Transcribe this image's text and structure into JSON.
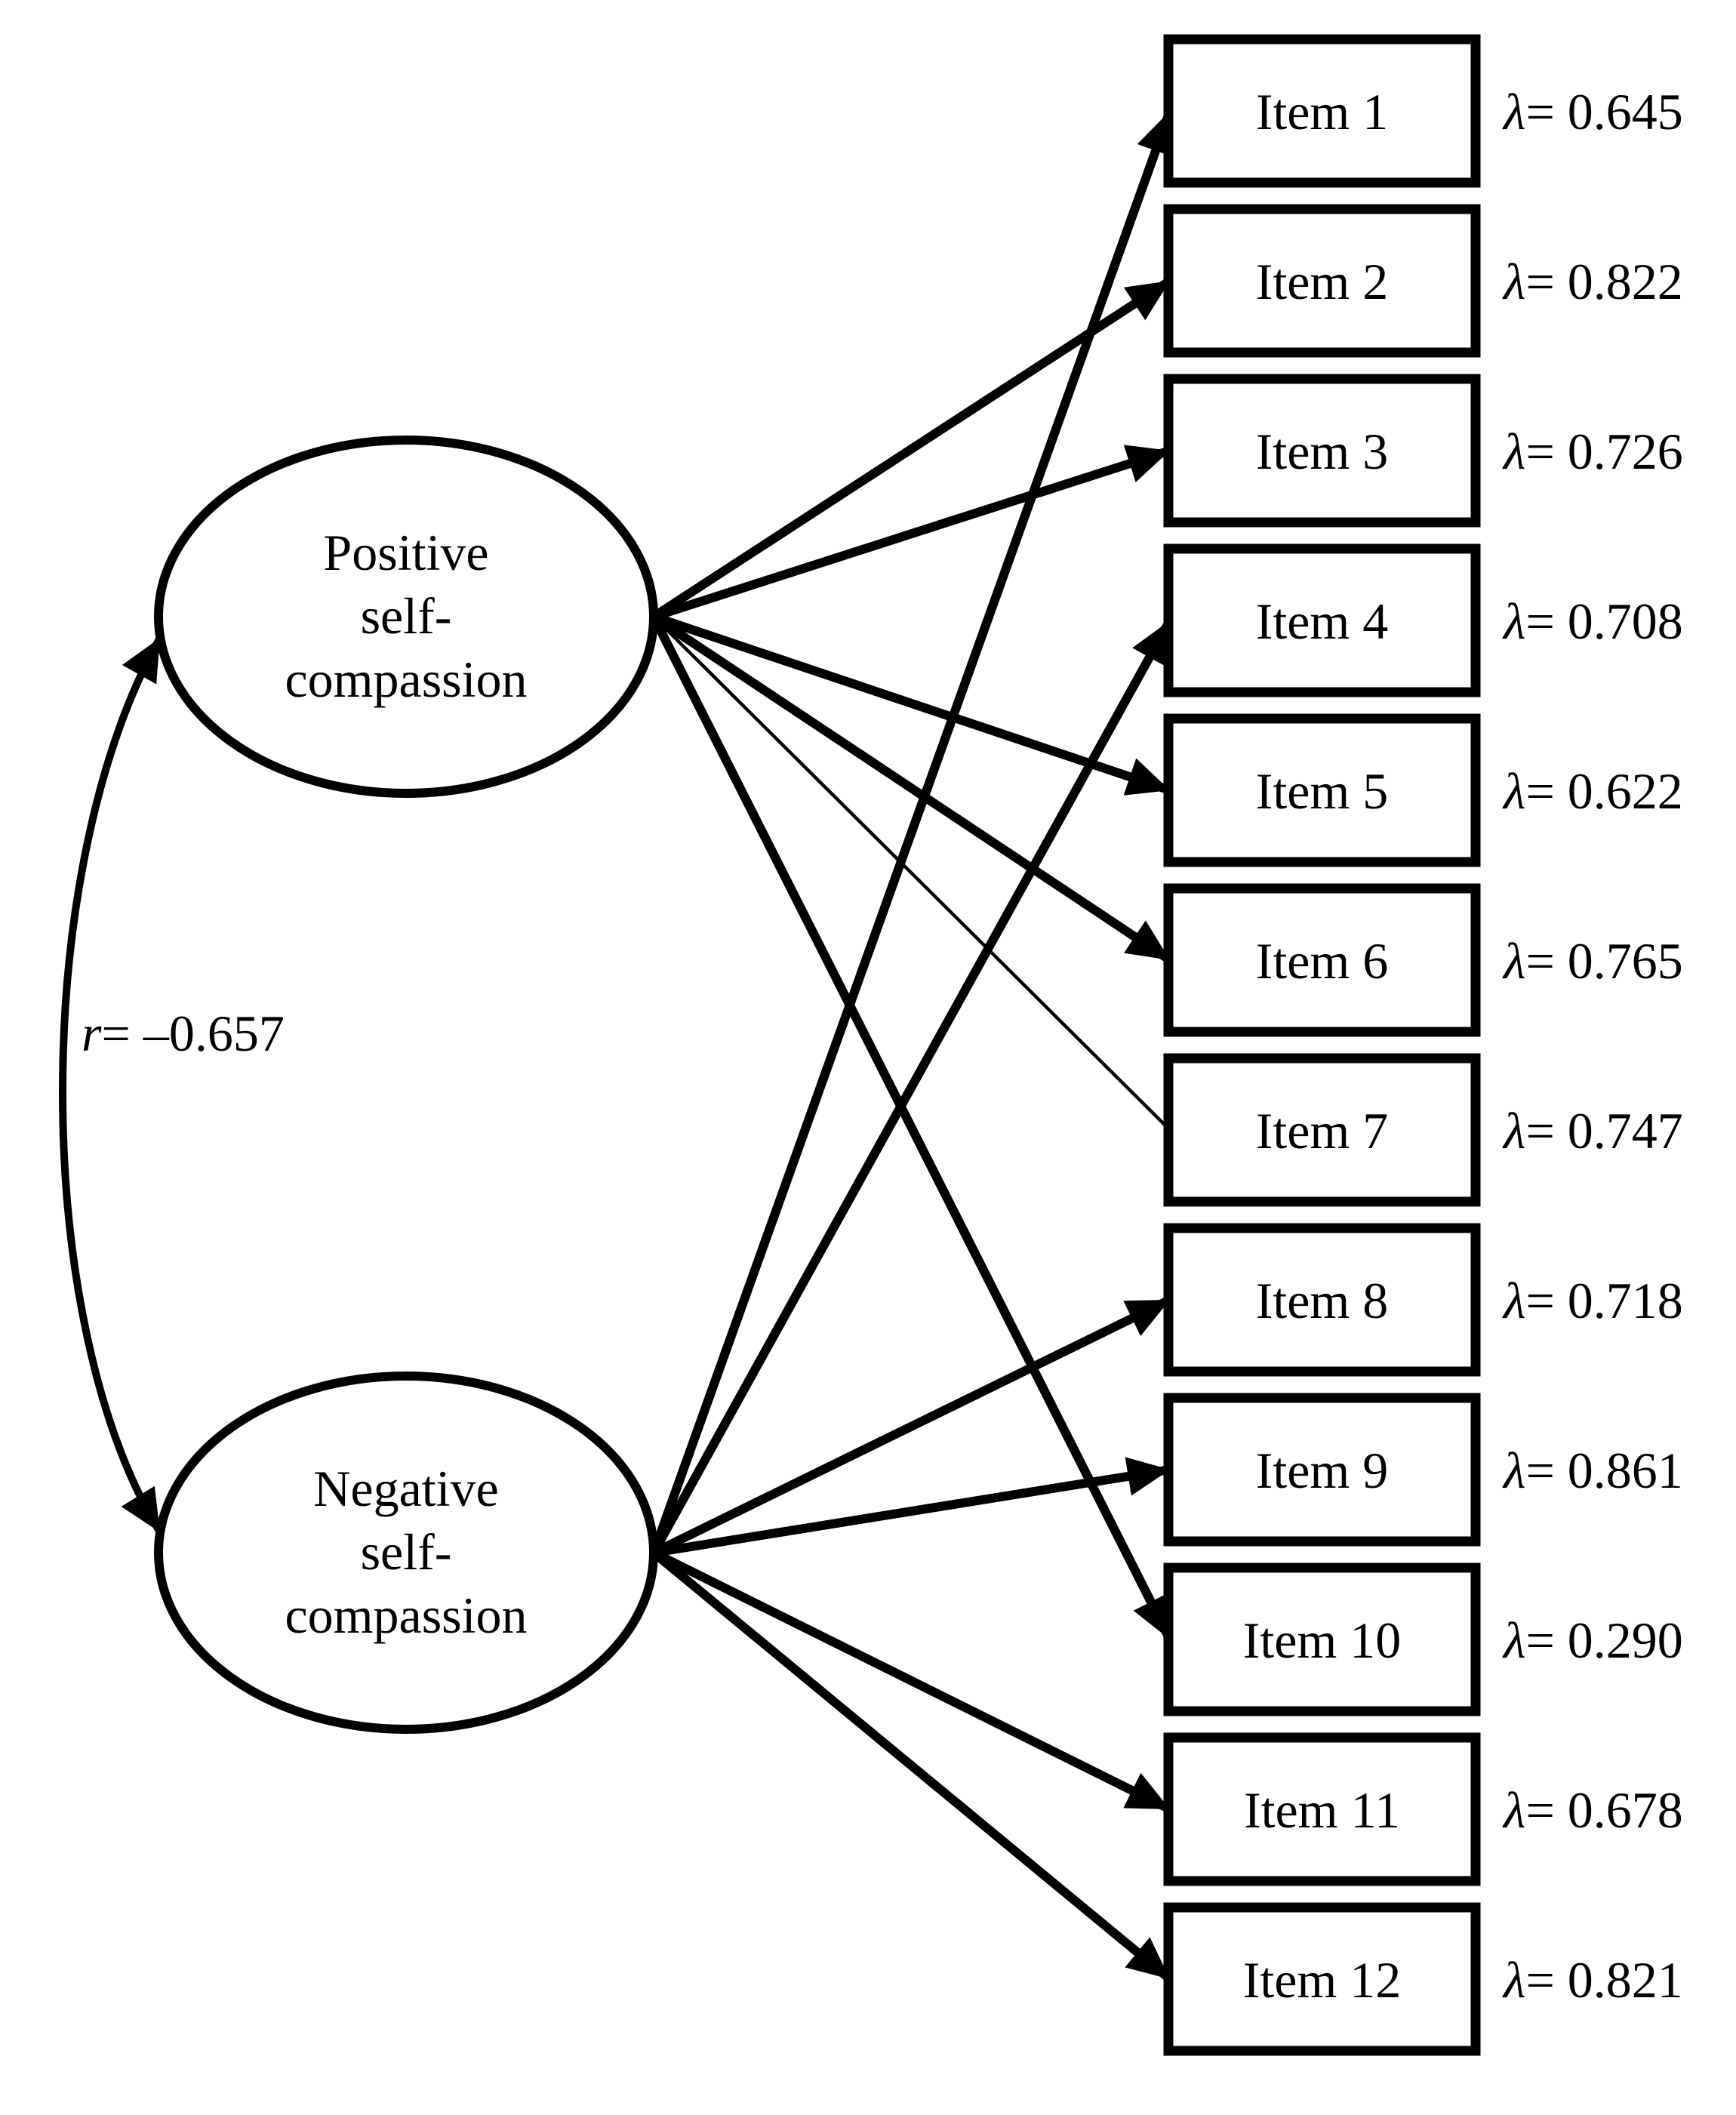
{
  "figure": {
    "type": "cfa-path-diagram",
    "background": "#ffffff",
    "ink": "#000000"
  },
  "lambda_symbol": "λ",
  "factors": [
    {
      "id": "positive",
      "label_lines": [
        "Positive",
        "self-",
        "compassion"
      ],
      "loads_items": [
        2,
        3,
        5,
        6,
        7,
        10
      ]
    },
    {
      "id": "negative",
      "label_lines": [
        "Negative",
        "self-",
        "compassion"
      ],
      "loads_items": [
        1,
        4,
        8,
        9,
        11,
        12
      ]
    }
  ],
  "correlation": {
    "symbol": "r",
    "text": "= –0.657",
    "value": -0.657
  },
  "items": [
    {
      "label": "Item 1",
      "loading_text": "= 0.645",
      "loading": 0.645
    },
    {
      "label": "Item 2",
      "loading_text": "= 0.822",
      "loading": 0.822
    },
    {
      "label": "Item 3",
      "loading_text": "= 0.726",
      "loading": 0.726
    },
    {
      "label": "Item 4",
      "loading_text": "= 0.708",
      "loading": 0.708
    },
    {
      "label": "Item 5",
      "loading_text": "= 0.622",
      "loading": 0.622
    },
    {
      "label": "Item 6",
      "loading_text": "= 0.765",
      "loading": 0.765
    },
    {
      "label": "Item 7",
      "loading_text": "= 0.747",
      "loading": 0.747
    },
    {
      "label": "Item 8",
      "loading_text": "= 0.718",
      "loading": 0.718
    },
    {
      "label": "Item 9",
      "loading_text": "= 0.861",
      "loading": 0.861
    },
    {
      "label": "Item 10",
      "loading_text": "= 0.290",
      "loading": 0.29
    },
    {
      "label": "Item 11",
      "loading_text": "= 0.678",
      "loading": 0.678
    },
    {
      "label": "Item 12",
      "loading_text": "= 0.821",
      "loading": 0.821
    }
  ],
  "thin_edges": [
    {
      "factor": "positive",
      "item": 7
    }
  ]
}
